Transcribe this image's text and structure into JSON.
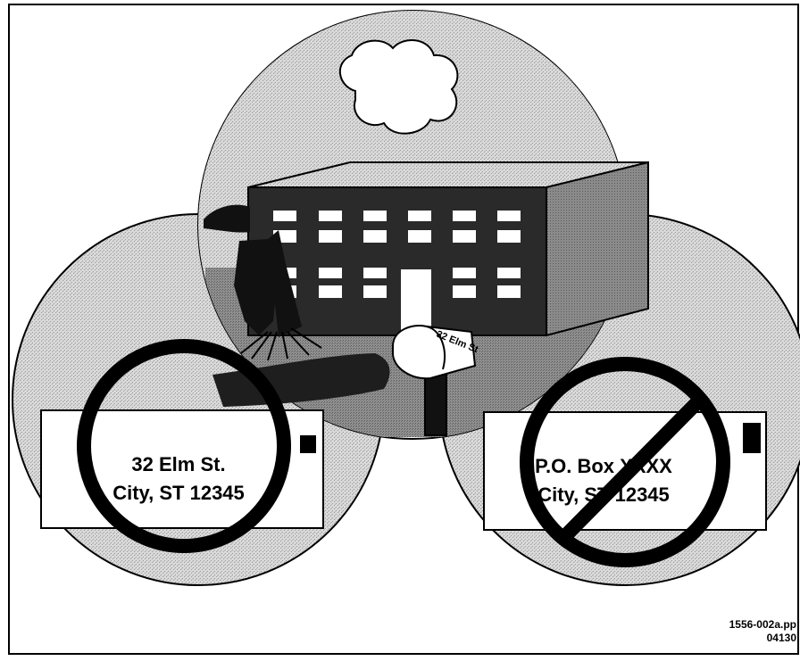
{
  "left_envelope": {
    "line1": "32 Elm St.",
    "line2": "City, ST  12345"
  },
  "right_envelope": {
    "line1": "P.O. Box XXXX",
    "line2": "City, ST  12345"
  },
  "mailbox_label": "32 Elm St",
  "footer": {
    "line1": "1556-002a.pp",
    "line2": "04130"
  },
  "colors": {
    "background": "#ffffff",
    "stipple": "#c8c8c8",
    "building_front": "#2a2a2a",
    "building_side": "#7a7a7a",
    "outline": "#000000"
  },
  "icons": {
    "building": "building-icon",
    "cloud": "cloud-icon",
    "mailbox": "mailbox-icon",
    "tree": "tree-icon",
    "no_sign": "prohibited-icon"
  }
}
